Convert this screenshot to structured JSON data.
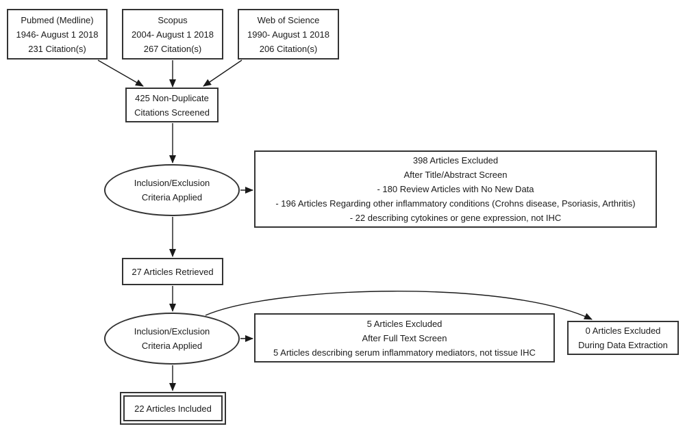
{
  "sources": [
    {
      "name": "Pubmed (Medline)",
      "date_range": "1946- August 1 2018",
      "citations": "231 Citation(s)"
    },
    {
      "name": "Scopus",
      "date_range": "2004- August 1 2018",
      "citations": "267 Citation(s)"
    },
    {
      "name": "Web of Science",
      "date_range": "1990- August 1 2018",
      "citations": "206 Citation(s)"
    }
  ],
  "screening": {
    "non_duplicate": {
      "line1": "425 Non-Duplicate",
      "line2": "Citations Screened"
    },
    "criteria_1": {
      "line1": "Inclusion/Exclusion",
      "line2": "Criteria Applied"
    },
    "excluded_title_abstract": {
      "line1": "398 Articles Excluded",
      "line2": "After Title/Abstract Screen",
      "line3": "- 180 Review Articles with No New Data",
      "line4": "- 196 Articles Regarding other inflammatory conditions (Crohns disease, Psoriasis, Arthritis)",
      "line5": "- 22 describing cytokines or gene expression, not IHC"
    },
    "retrieved": {
      "label": "27 Articles Retrieved"
    },
    "criteria_2": {
      "line1": "Inclusion/Exclusion",
      "line2": "Criteria Applied"
    },
    "excluded_full_text": {
      "line1": "5 Articles Excluded",
      "line2": "After Full Text Screen",
      "line3": "5 Articles describing serum inflammatory mediators, not tissue IHC"
    },
    "excluded_data_extraction": {
      "line1": "0 Articles Excluded",
      "line2": "During Data Extraction"
    },
    "included": {
      "label": "22 Articles Included"
    }
  },
  "colors": {
    "border": "#333333",
    "text": "#1a1a1a",
    "arrow": "#1a1a1a",
    "background": "#ffffff"
  }
}
